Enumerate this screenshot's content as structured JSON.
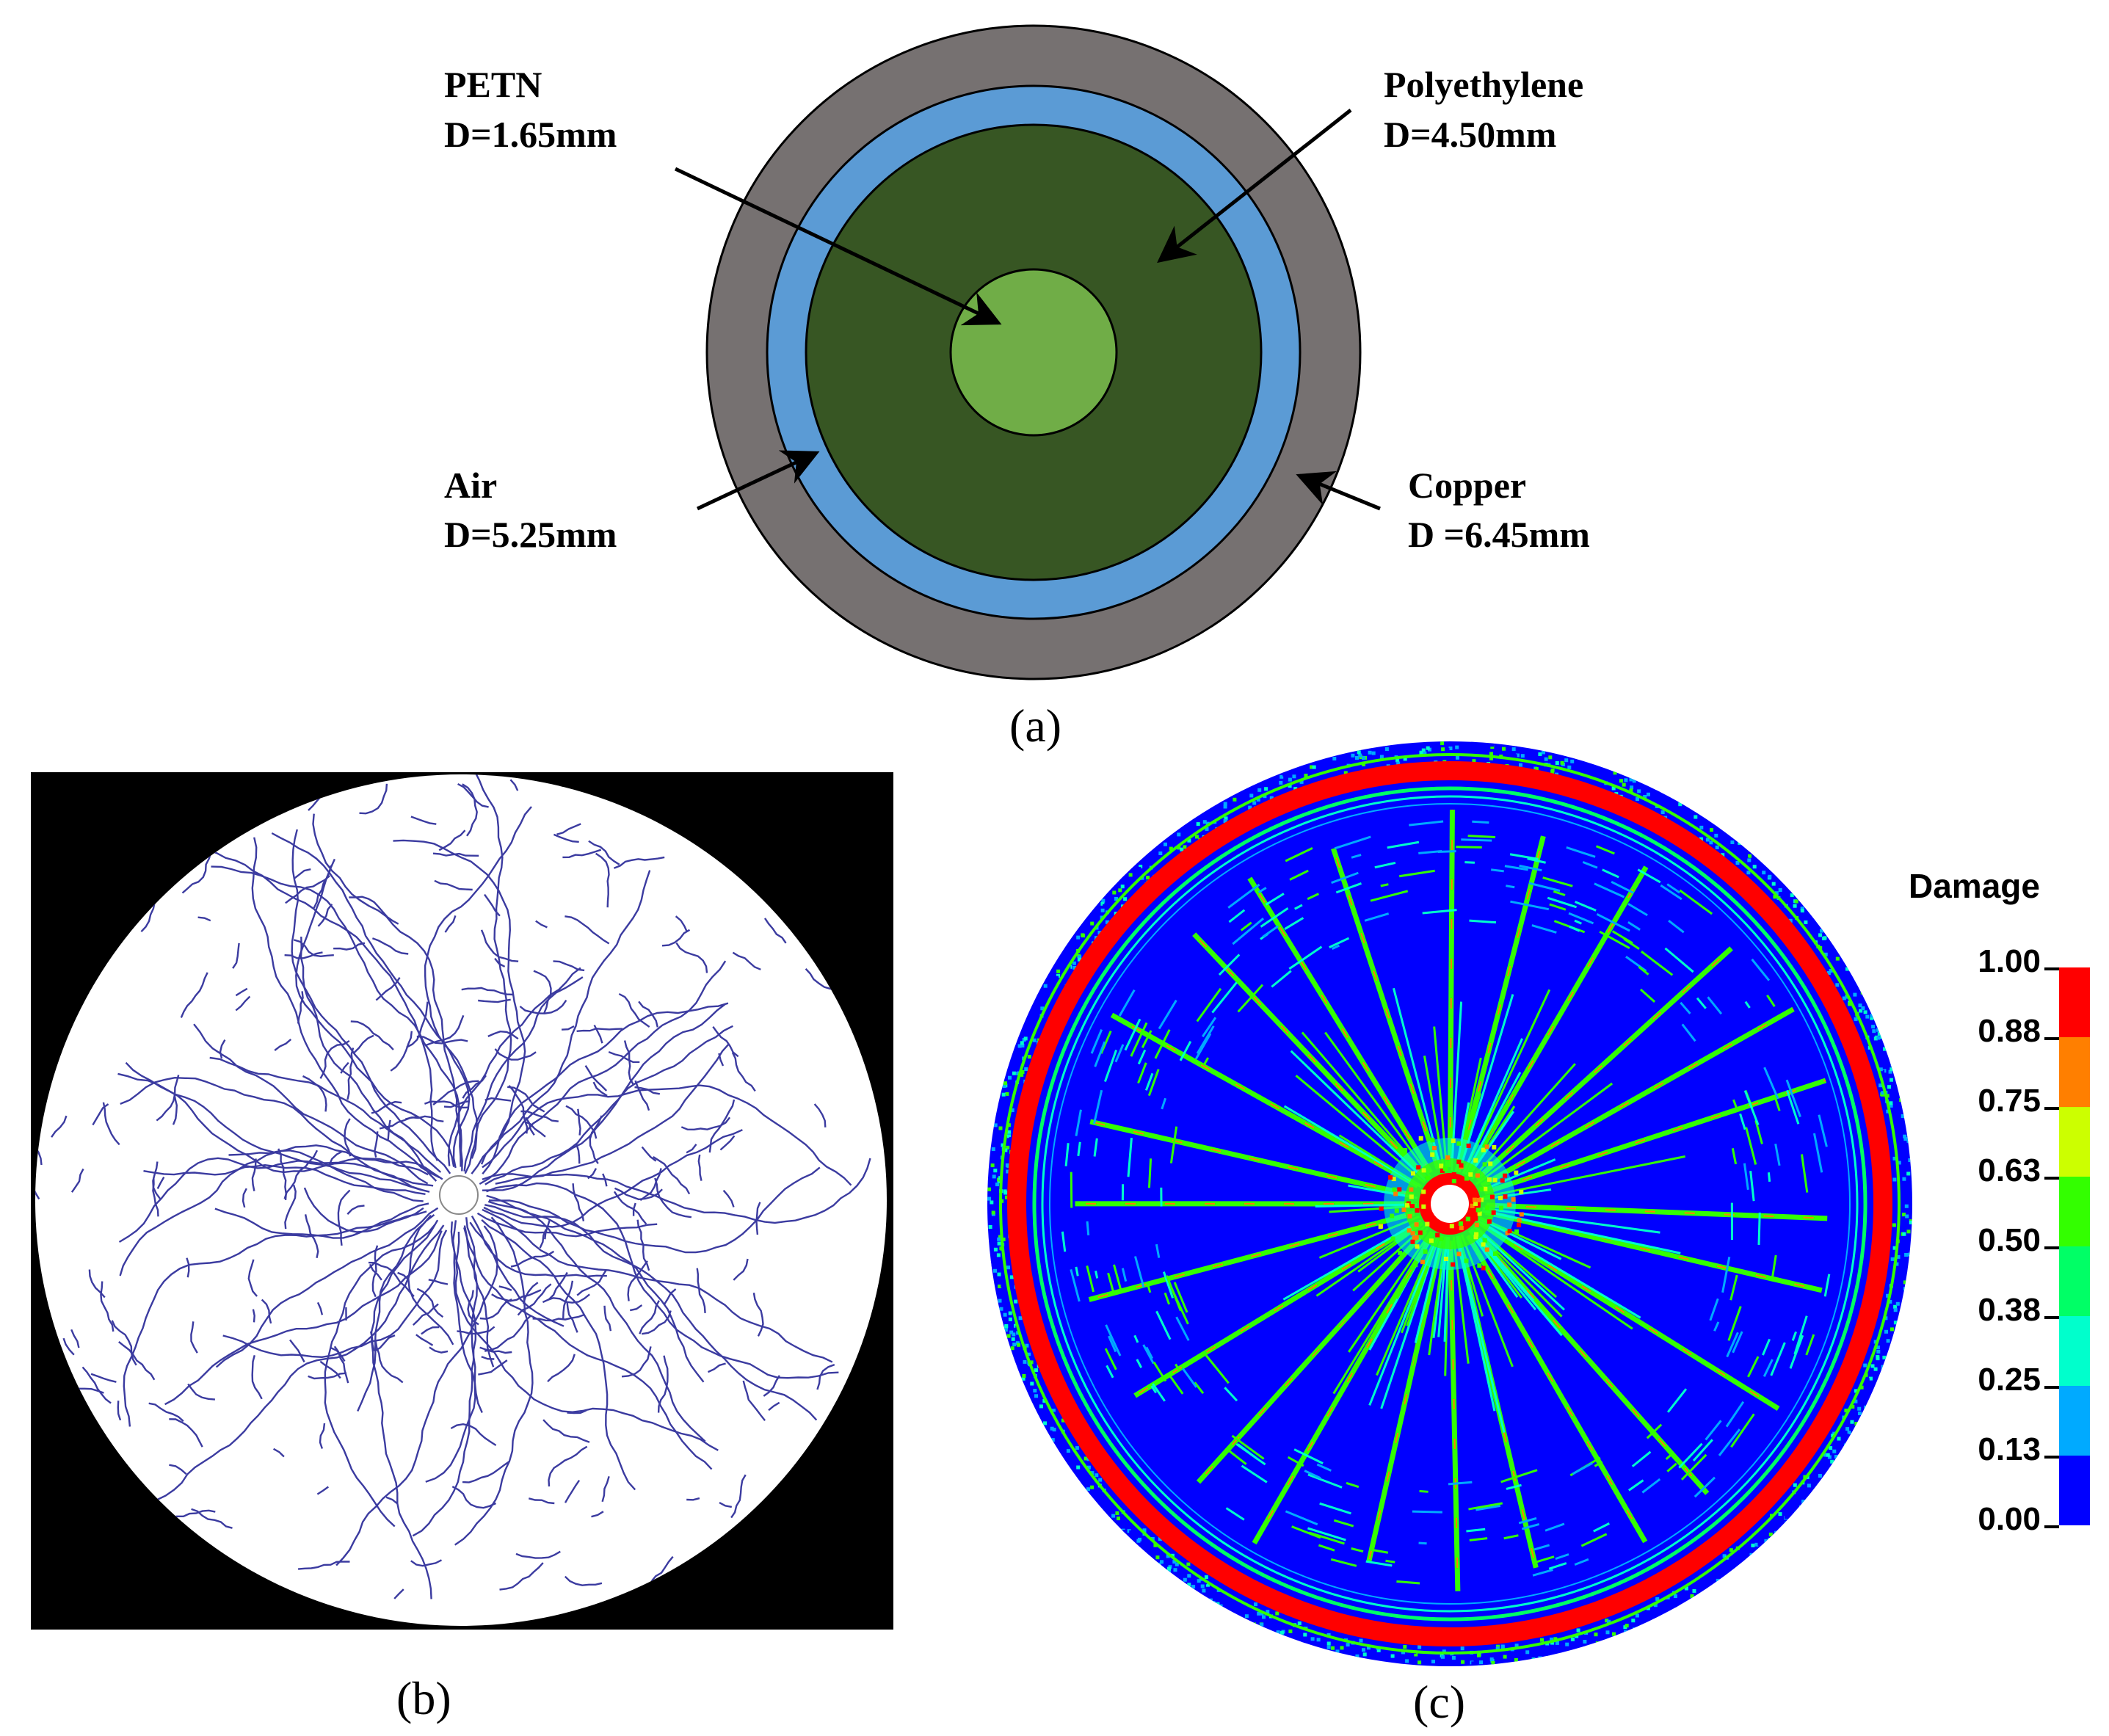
{
  "panel_a": {
    "layers": [
      {
        "name": "PETN",
        "label_name": "PETN",
        "label_dim": "D=1.65mm",
        "color": "#70ad47"
      },
      {
        "name": "Polyethylene",
        "label_name": "Polyethylene",
        "label_dim": "D=4.50mm",
        "color": "#375623"
      },
      {
        "name": "Air",
        "label_name": "Air",
        "label_dim": "D=5.25mm",
        "color": "#5b9bd5"
      },
      {
        "name": "Copper",
        "label_name": "Copper",
        "label_dim": "D =6.45mm",
        "color": "#767171"
      }
    ],
    "caption": "(a)"
  },
  "panel_b": {
    "caption": "(b)",
    "crack_color": "#3b3ba0",
    "background_color": "#000000"
  },
  "panel_c": {
    "caption": "(c)",
    "legend_title": "Damage",
    "legend_ticks": [
      "1.00",
      "0.88",
      "0.75",
      "0.63",
      "0.50",
      "0.38",
      "0.25",
      "0.13",
      "0.00"
    ],
    "legend_colors": [
      "#ff0000",
      "#ff7f00",
      "#ccff00",
      "#33ff00",
      "#00ff66",
      "#00ffcc",
      "#00aaff",
      "#0000ff"
    ]
  }
}
